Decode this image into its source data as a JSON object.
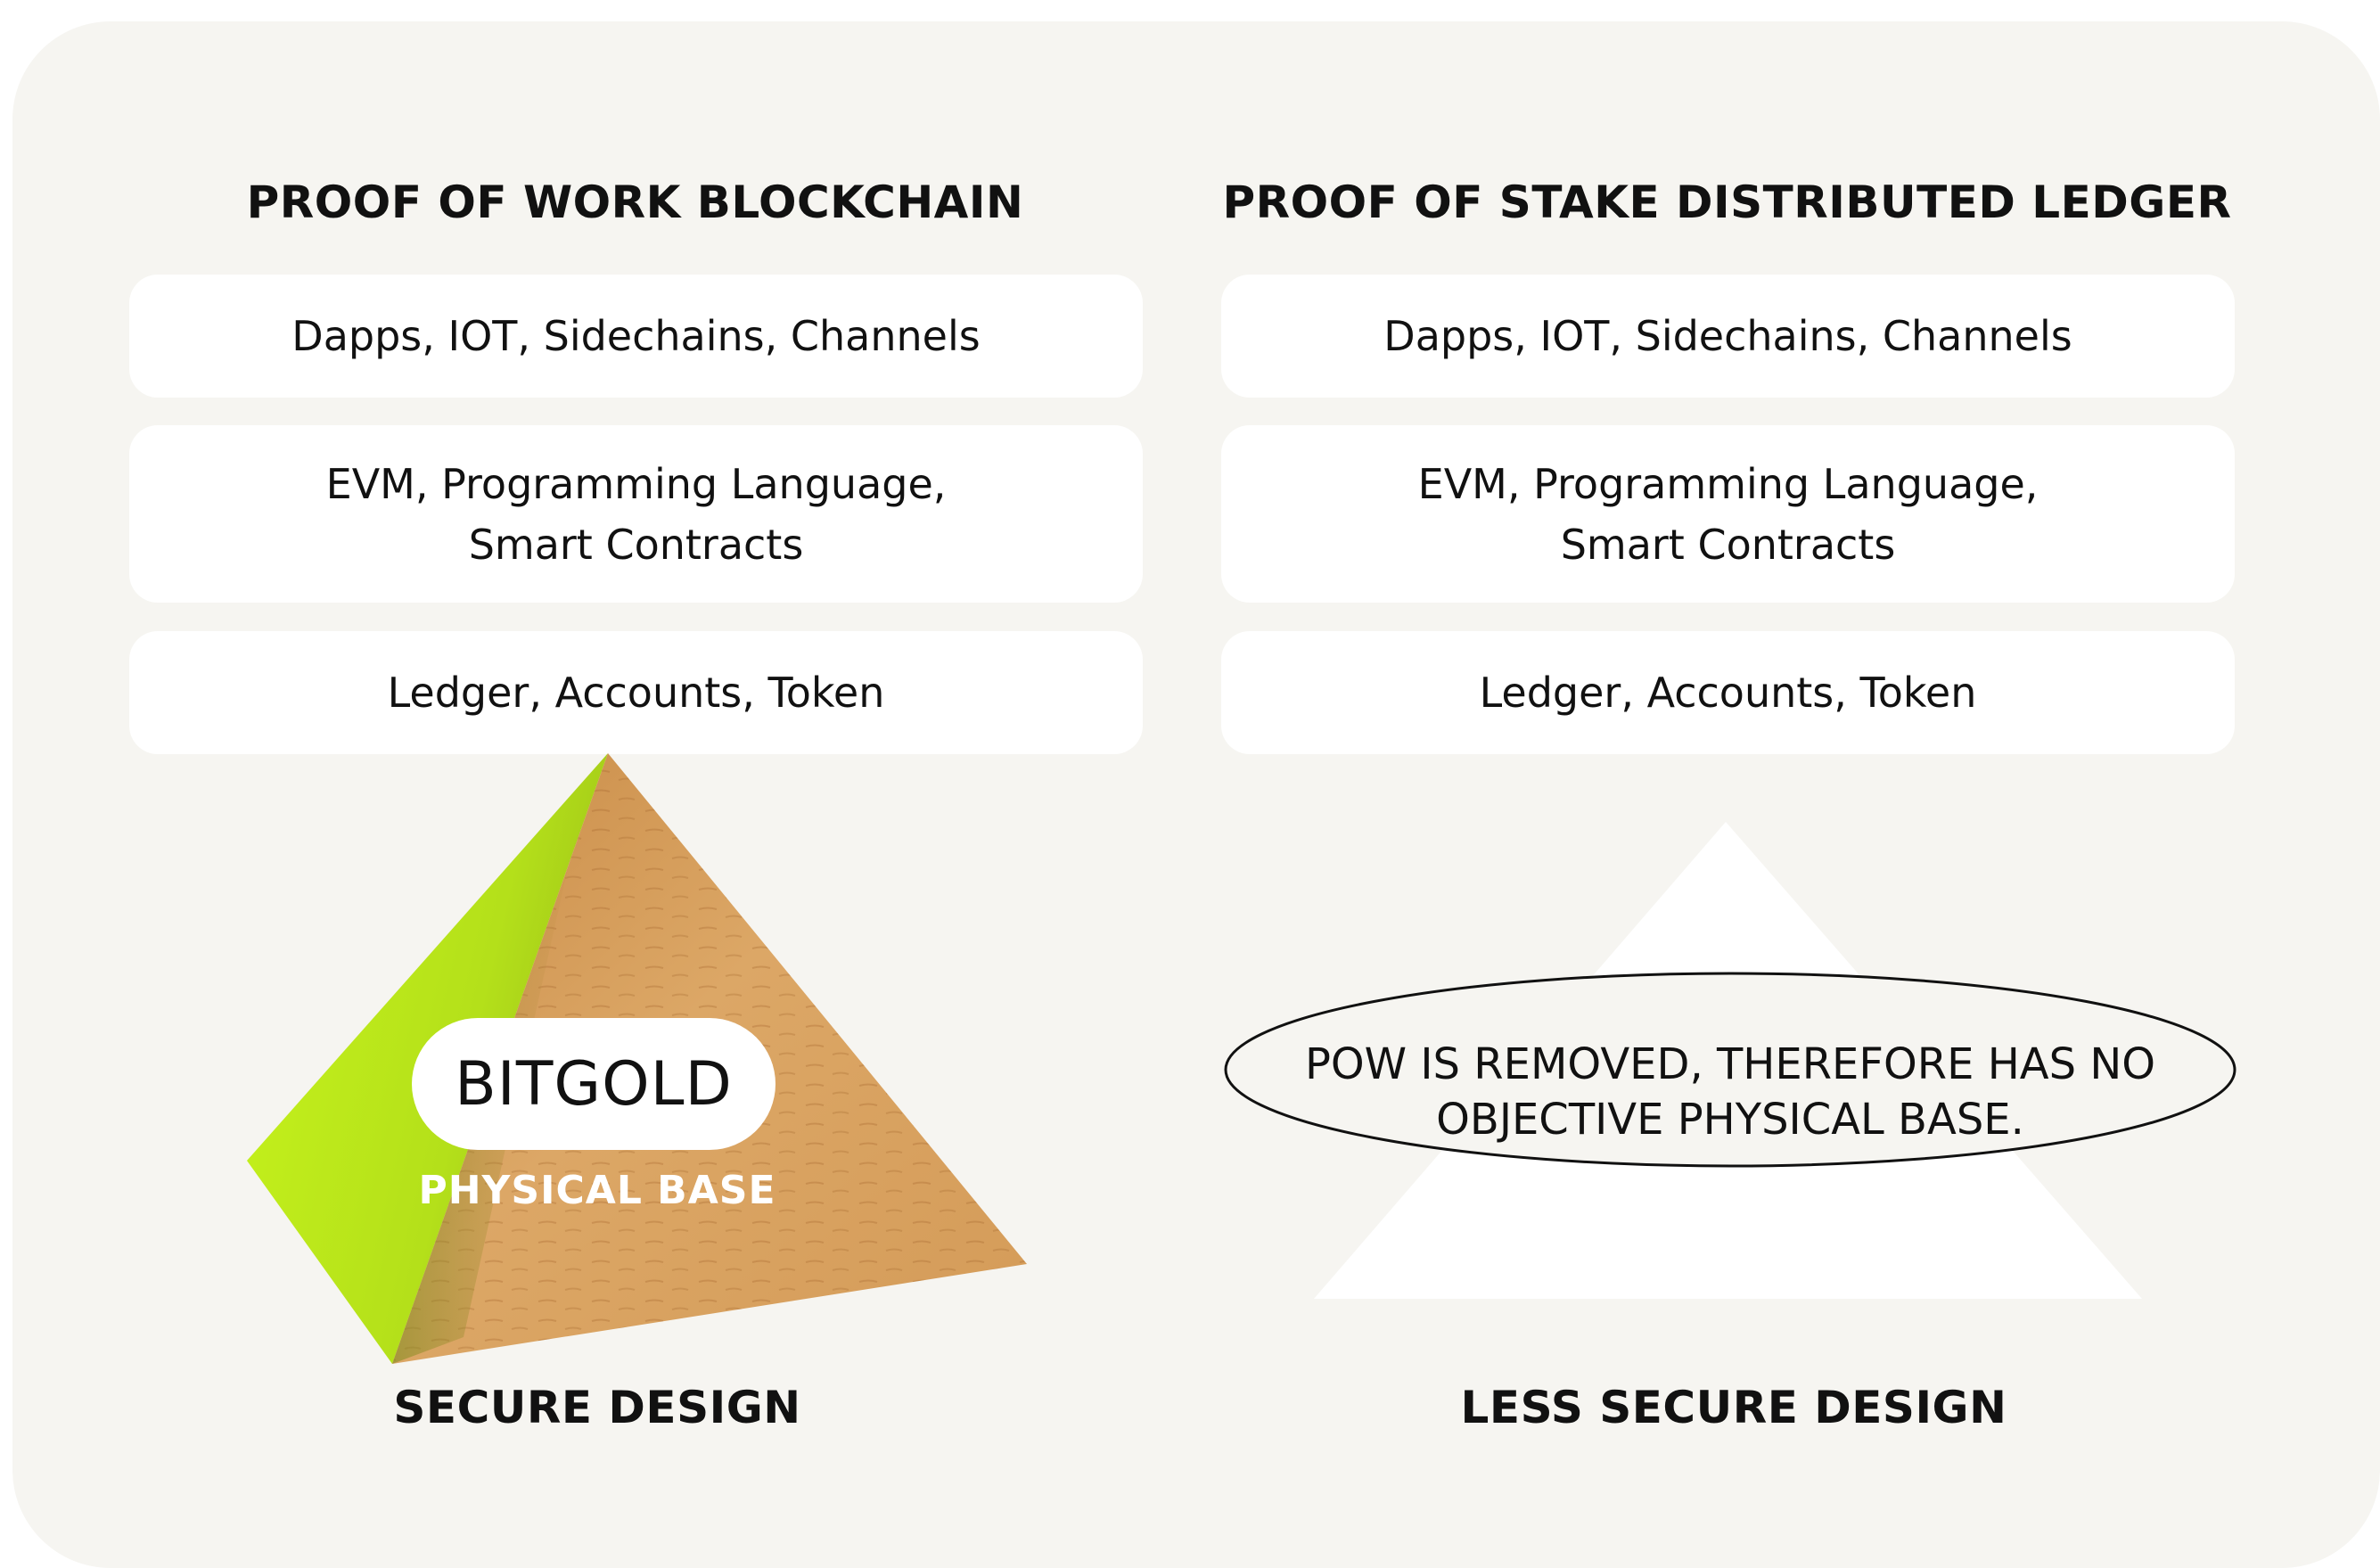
{
  "colors": {
    "panel_background": "#f6f5f1",
    "box_background": "#ffffff",
    "pyramid_wood": "#d4a05c",
    "pyramid_green": "#c5f21a"
  },
  "left": {
    "title": "PROOF OF WORK BLOCKCHAIN",
    "layers": [
      {
        "lines": [
          "Dapps, IOT, Sidechains, Channels"
        ]
      },
      {
        "lines": [
          "EVM, Programming Language,",
          "Smart Contracts"
        ]
      },
      {
        "lines": [
          "Ledger, Accounts, Token"
        ]
      }
    ],
    "base_pill": "BITGOLD",
    "base_caption": "PHYSICAL BASE",
    "footer": "SECURE DESIGN"
  },
  "right": {
    "title": "PROOF OF STAKE DISTRIBUTED LEDGER",
    "layers": [
      {
        "lines": [
          "Dapps, IOT, Sidechains, Channels"
        ]
      },
      {
        "lines": [
          "EVM, Programming Language,",
          "Smart Contracts"
        ]
      },
      {
        "lines": [
          "Ledger, Accounts, Token"
        ]
      }
    ],
    "ellipse_note": [
      "POW IS REMOVED, THEREFORE HAS NO",
      "OBJECTIVE PHYSICAL BASE."
    ],
    "footer": "LESS SECURE DESIGN"
  }
}
